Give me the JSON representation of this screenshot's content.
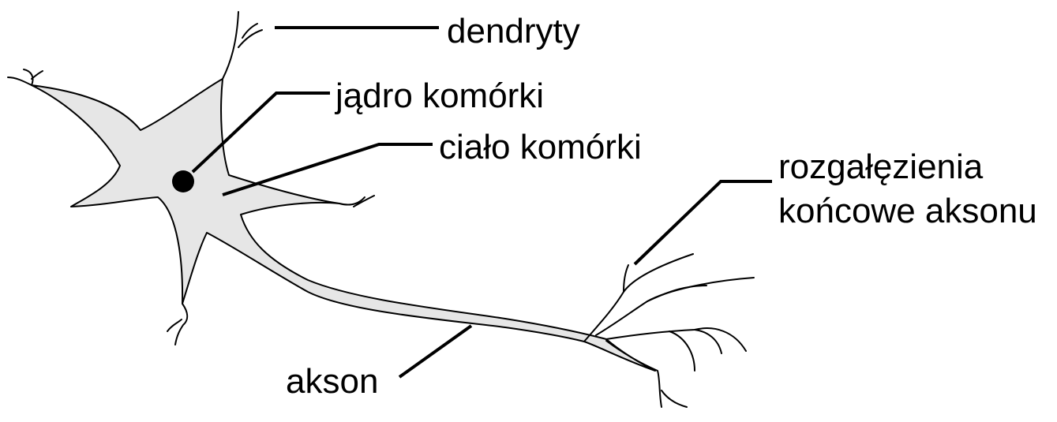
{
  "colors": {
    "background": "#ffffff",
    "ink": "#000000",
    "cell_fill": "#e6e6e6",
    "nucleus": "#000000"
  },
  "labels": {
    "dendrites": "dendryty",
    "nucleus": "jądro komórki",
    "cell_body": "ciało komórki",
    "axon_terminals_line1": "rozgałęzienia",
    "axon_terminals_line2": "końcowe aksonu",
    "axon": "akson"
  }
}
